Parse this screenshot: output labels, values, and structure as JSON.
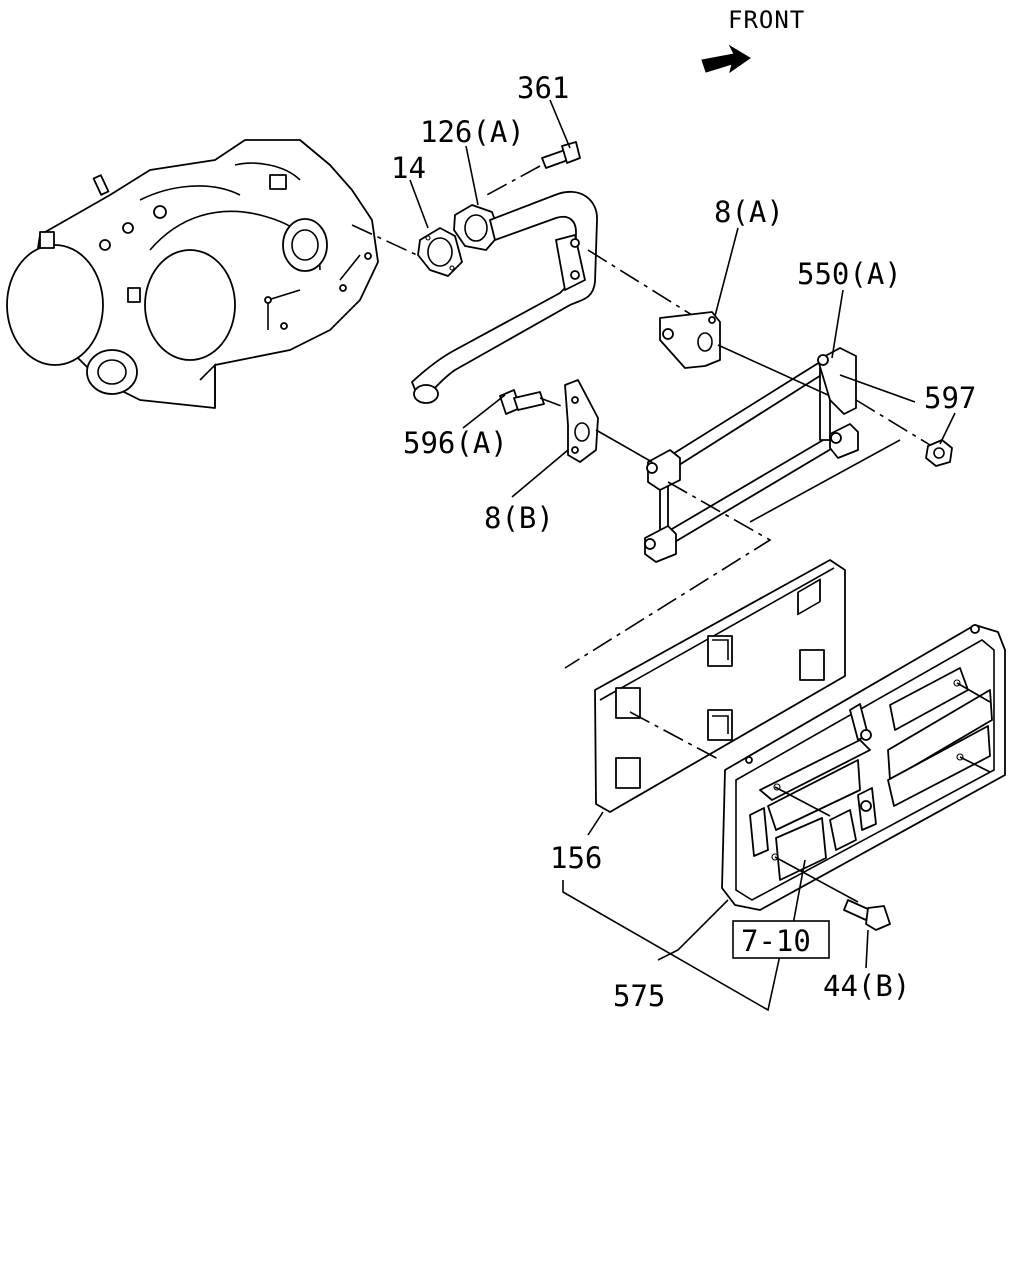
{
  "direction_label": "FRONT",
  "colors": {
    "line": "#000000",
    "background": "#ffffff"
  },
  "callouts": {
    "p361": "361",
    "p126a": "126(A)",
    "p14": "14",
    "p8a": "8(A)",
    "p550a": "550(A)",
    "p597": "597",
    "p596a": "596(A)",
    "p8b": "8(B)",
    "p156": "156",
    "p575": "575",
    "p710": "7-10",
    "p44b": "44(B)"
  }
}
